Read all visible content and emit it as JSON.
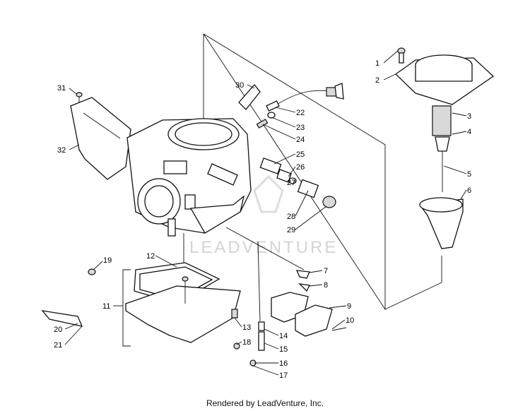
{
  "diagram": {
    "watermark_text": "LEADVENTURE",
    "callouts": [
      "1",
      "2",
      "3",
      "4",
      "5",
      "6",
      "7",
      "8",
      "9",
      "10",
      "11",
      "12",
      "13",
      "14",
      "15",
      "16",
      "17",
      "18",
      "19",
      "20",
      "21",
      "22",
      "23",
      "24",
      "25",
      "26",
      "27",
      "28",
      "29",
      "30",
      "31",
      "32"
    ]
  },
  "footer": {
    "text": "Rendered by LeadVenture, Inc."
  }
}
